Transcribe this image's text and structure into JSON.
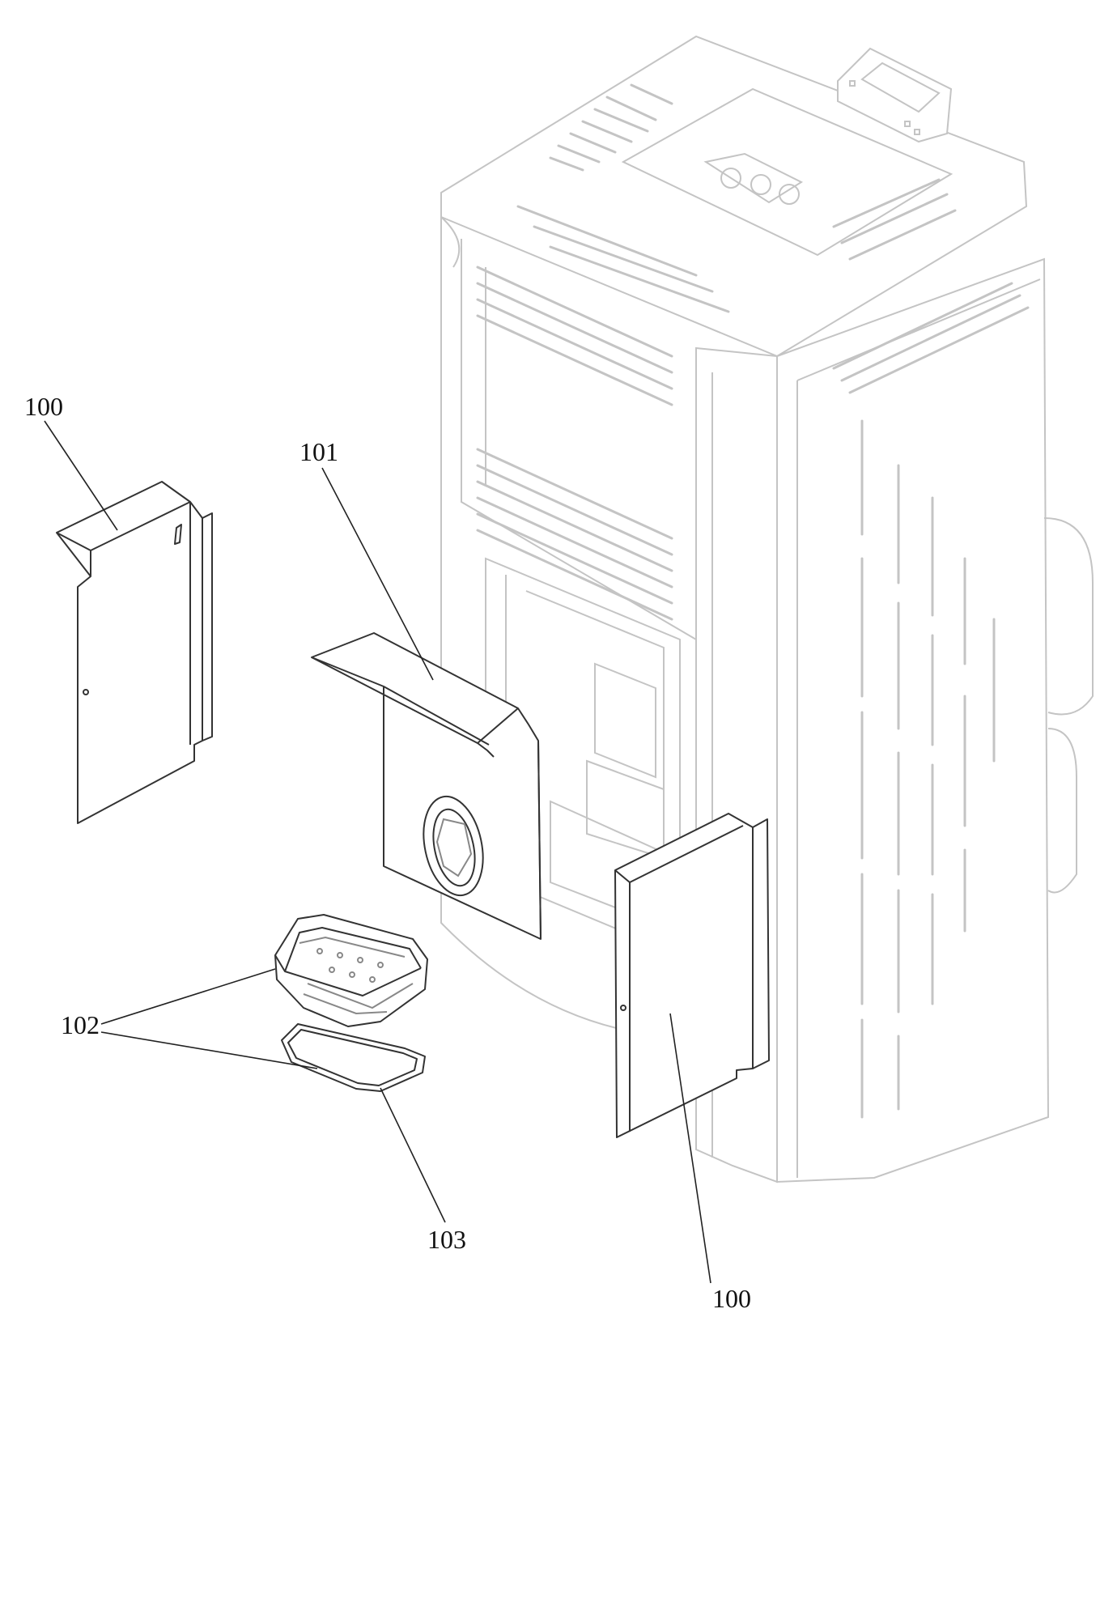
{
  "diagram": {
    "type": "exploded-parts-view",
    "callouts": {
      "left_side_panel": "100",
      "front_lining": "101",
      "burn_pot": "102",
      "gasket": "103",
      "right_side_panel": "100"
    },
    "colors": {
      "background": "#ffffff",
      "stove_outline": "#c4c4c4",
      "part_outline": "#333333",
      "leader_line": "#222222"
    }
  }
}
